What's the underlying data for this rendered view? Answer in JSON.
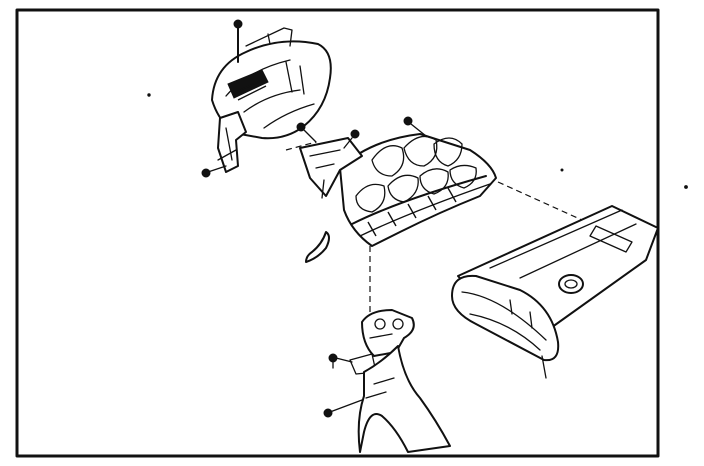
{
  "diagram": {
    "kind": "exploded-parts-illustration",
    "ink_color": "#111111",
    "paper_color": "#ffffff",
    "parts": [
      {
        "id": "upper-shroud",
        "icon": "shroud-shell-icon"
      },
      {
        "id": "shroud-bracket",
        "icon": "bracket-icon"
      },
      {
        "id": "intake-manifold",
        "icon": "manifold-icon"
      },
      {
        "id": "gasket",
        "icon": "gasket-icon"
      },
      {
        "id": "throttle-body",
        "icon": "throttle-body-icon"
      },
      {
        "id": "air-duct",
        "icon": "air-duct-icon"
      },
      {
        "id": "air-cleaner-housing",
        "icon": "air-cleaner-icon"
      },
      {
        "id": "bolt",
        "icon": "bolt-icon"
      }
    ]
  }
}
